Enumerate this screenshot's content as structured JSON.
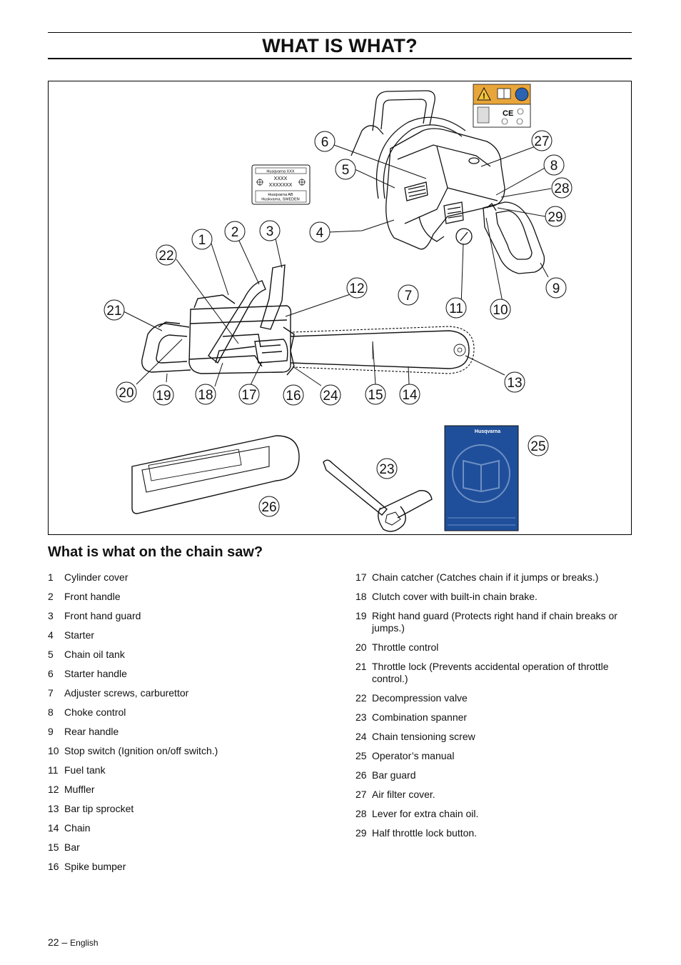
{
  "page_title": "WHAT IS WHAT?",
  "figure": {
    "callouts": [
      "1",
      "2",
      "3",
      "4",
      "5",
      "6",
      "7",
      "8",
      "9",
      "10",
      "11",
      "12",
      "13",
      "14",
      "15",
      "16",
      "17",
      "18",
      "19",
      "20",
      "21",
      "22",
      "23",
      "24",
      "25",
      "26",
      "27",
      "28",
      "29"
    ],
    "rating_plate": {
      "model": "Husqvarna XXX",
      "line1": "XXXX",
      "line2": "XXXXXXX",
      "maker": "Husqvarna AB",
      "address": "Huskvarna, SWEDEN"
    },
    "manual_brand": "Husqvarna",
    "label_marks": [
      "CE"
    ]
  },
  "section_title": "What is what on the chain saw?",
  "items_left": [
    {
      "num": "1",
      "text": "Cylinder cover"
    },
    {
      "num": "2",
      "text": "Front handle"
    },
    {
      "num": "3",
      "text": "Front hand guard"
    },
    {
      "num": "4",
      "text": "Starter"
    },
    {
      "num": "5",
      "text": "Chain oil tank"
    },
    {
      "num": "6",
      "text": "Starter handle"
    },
    {
      "num": "7",
      "text": "Adjuster screws, carburettor"
    },
    {
      "num": "8",
      "text": "Choke control"
    },
    {
      "num": "9",
      "text": "Rear handle"
    },
    {
      "num": "10",
      "text": "Stop switch (Ignition on/off switch.)"
    },
    {
      "num": "11",
      "text": "Fuel tank"
    },
    {
      "num": "12",
      "text": "Muffler"
    },
    {
      "num": "13",
      "text": "Bar tip sprocket"
    },
    {
      "num": "14",
      "text": "Chain"
    },
    {
      "num": "15",
      "text": "Bar"
    },
    {
      "num": "16",
      "text": "Spike bumper"
    }
  ],
  "items_right": [
    {
      "num": "17",
      "text": "Chain catcher (Catches chain if it jumps or breaks.)"
    },
    {
      "num": "18",
      "text": "Clutch cover with built-in chain brake."
    },
    {
      "num": "19",
      "text": "Right hand guard (Protects right hand if chain breaks or jumps.)"
    },
    {
      "num": "20",
      "text": "Throttle control"
    },
    {
      "num": "21",
      "text": "Throttle lock (Prevents accidental operation of throttle control.)"
    },
    {
      "num": "22",
      "text": "Decompression valve"
    },
    {
      "num": "23",
      "text": "Combination spanner"
    },
    {
      "num": "24",
      "text": "Chain tensioning screw"
    },
    {
      "num": "25",
      "text": "Operator’s manual"
    },
    {
      "num": "26",
      "text": "Bar guard"
    },
    {
      "num": "27",
      "text": "Air filter cover."
    },
    {
      "num": "28",
      "text": "Lever for extra chain oil."
    },
    {
      "num": "29",
      "text": "Half throttle lock button."
    }
  ],
  "footer": {
    "page": "22",
    "separator": "–",
    "language": "English"
  }
}
